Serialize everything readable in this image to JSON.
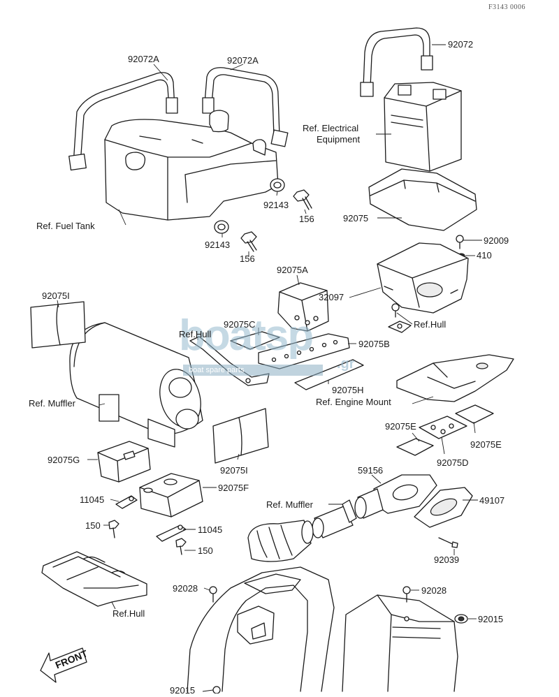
{
  "diagram_code": "F3143 0006",
  "watermark": {
    "main": "boatsp",
    "sub": "boat spare parts",
    "suffix": ".gr"
  },
  "front_label": "FRONT",
  "labels": {
    "l_92072A_left": "92072A",
    "l_92072A_right": "92072A",
    "l_92072": "92072",
    "l_ref_electrical_1": "Ref. Electrical",
    "l_ref_electrical_2": "Equipment",
    "l_92143_a": "92143",
    "l_156_a": "156",
    "l_ref_fuel_tank": "Ref. Fuel Tank",
    "l_92143_b": "92143",
    "l_156_b": "156",
    "l_92075": "92075",
    "l_92009": "92009",
    "l_410": "410",
    "l_92075A": "92075A",
    "l_32097": "32097",
    "l_92075I_top": "92075I",
    "l_ref_hull_mid": "Ref.Hull",
    "l_92075C": "92075C",
    "l_ref_hull_right": "Ref.Hull",
    "l_92075B": "92075B",
    "l_92075H": "92075H",
    "l_ref_muffler_left": "Ref. Muffler",
    "l_ref_engine_mount": "Ref. Engine Mount",
    "l_92075E_left": "92075E",
    "l_92075E_right": "92075E",
    "l_92075G": "92075G",
    "l_92075I_bottom": "92075I",
    "l_92075D": "92075D",
    "l_59156": "59156",
    "l_92075F": "92075F",
    "l_11045_a": "11045",
    "l_ref_muffler_mid": "Ref. Muffler",
    "l_49107": "49107",
    "l_150_a": "150",
    "l_11045_b": "11045",
    "l_150_b": "150",
    "l_92039": "92039",
    "l_92028_left": "92028",
    "l_92028_right": "92028",
    "l_92015_right": "92015",
    "l_ref_hull_bottom": "Ref.Hull",
    "l_92015_bottom": "92015"
  }
}
